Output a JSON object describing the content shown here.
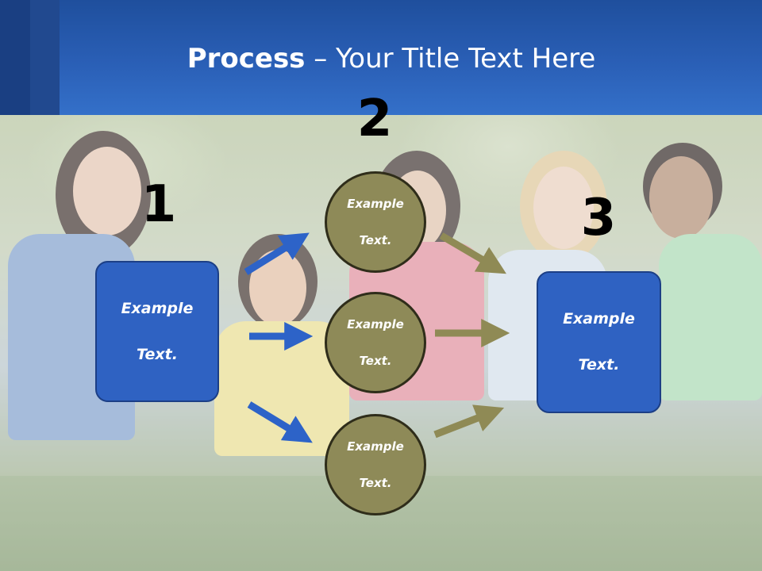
{
  "slide": {
    "title_bold": "Process",
    "title_rest": " – Your Title Text Here"
  },
  "steps": {
    "step1_number": "1",
    "step2_number": "2",
    "step3_number": "3"
  },
  "boxes": {
    "left": {
      "line1": "Example",
      "line2": "Text."
    },
    "right": {
      "line1": "Example",
      "line2": "Text."
    }
  },
  "circles": [
    {
      "line1": "Example",
      "line2": "Text."
    },
    {
      "line1": "Example",
      "line2": "Text."
    },
    {
      "line1": "Example",
      "line2": "Text."
    }
  ],
  "colors": {
    "header_blue": "#2a5fb6",
    "box_blue": "#2f62c2",
    "circle_olive": "#8e8a58",
    "arrow_blue": "#2d63c8",
    "arrow_olive": "#8f8a55"
  }
}
